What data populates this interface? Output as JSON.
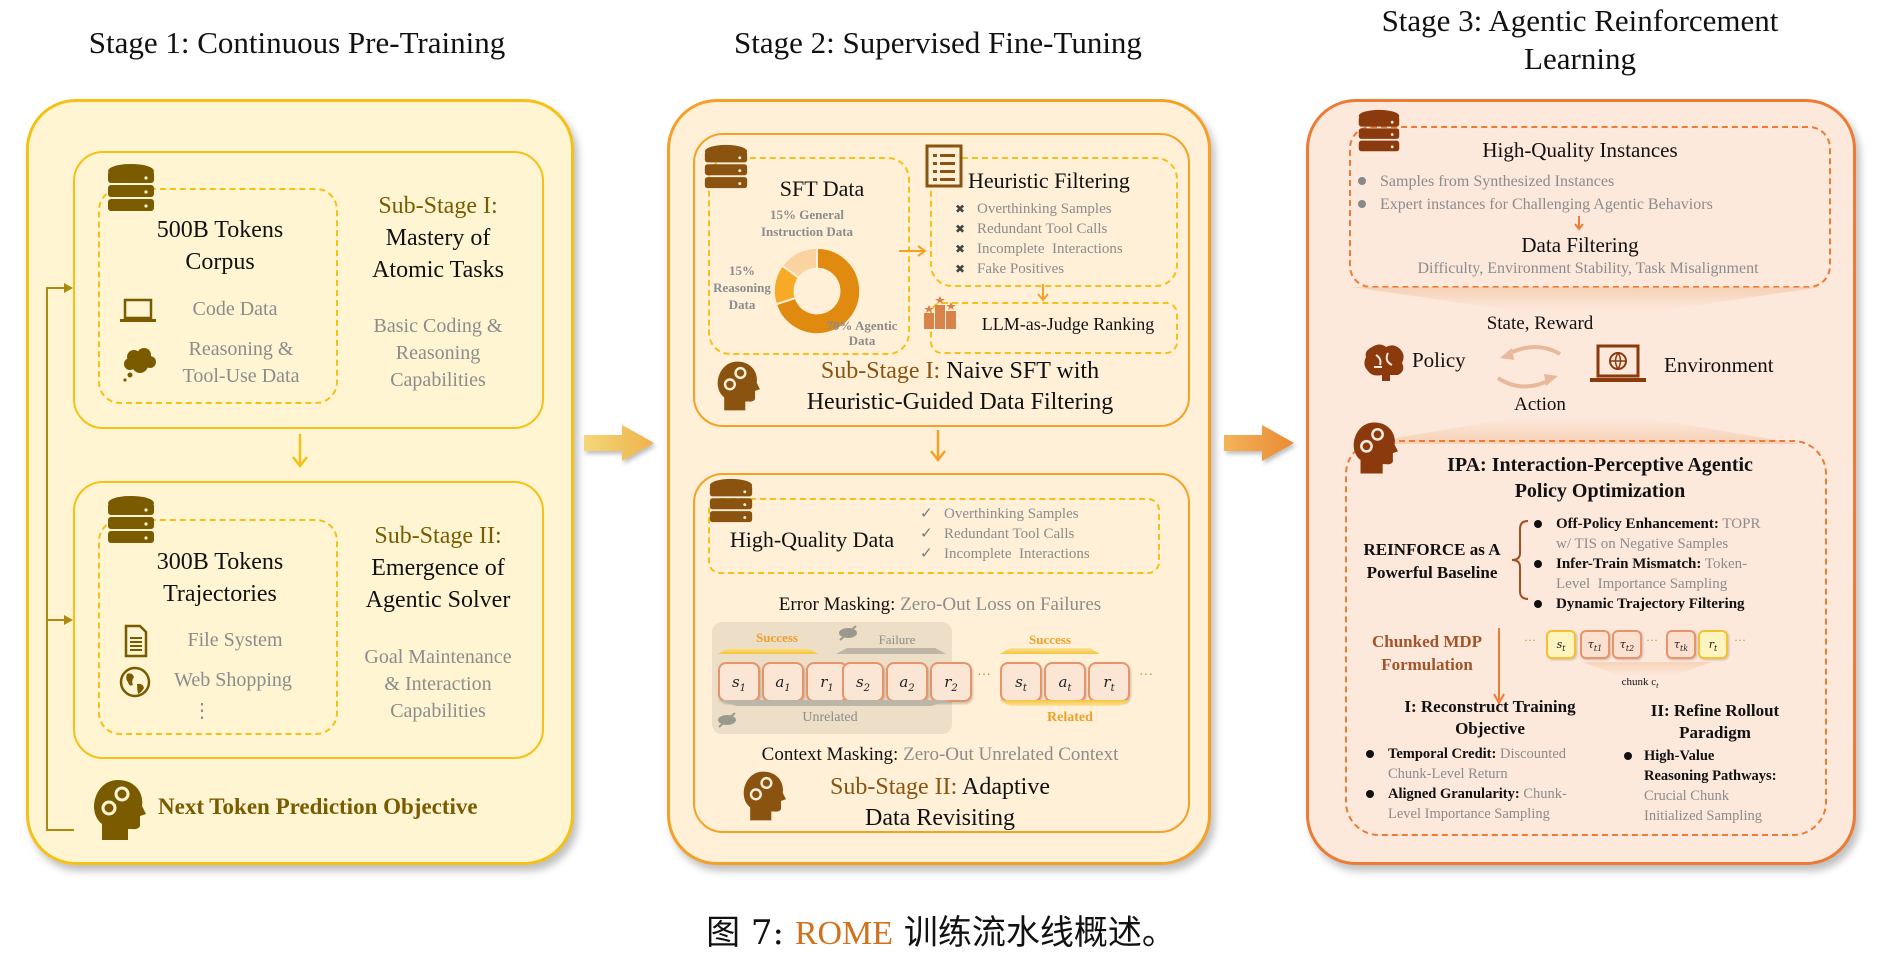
{
  "caption": {
    "prefix": "图 7:",
    "highlight": "ROME",
    "suffix": "训练流水线概述。",
    "highlight_color": "#d0711c"
  },
  "stage1": {
    "title": "Stage 1: Continuous Pre-Training",
    "colors": {
      "border": "#f5c116",
      "fill": "#fff5d2",
      "icon": "#7a5b00"
    },
    "sub1": {
      "data_title_line1": "500B Tokens",
      "data_title_line2": "Corpus",
      "items": [
        {
          "icon": "laptop-icon",
          "label": "Code Data"
        },
        {
          "icon": "thought-bubble-icon",
          "label_line1": "Reasoning &",
          "label_line2": "Tool-Use Data"
        }
      ],
      "stage_label": "Sub-Stage I:",
      "stage_name_line1": "Mastery of",
      "stage_name_line2": "Atomic Tasks",
      "capability_line1": "Basic Coding &",
      "capability_line2": "Reasoning",
      "capability_line3": "Capabilities"
    },
    "sub2": {
      "data_title_line1": "300B Tokens",
      "data_title_line2": "Trajectories",
      "items": [
        {
          "icon": "document-icon",
          "label": "File System"
        },
        {
          "icon": "globe-icon",
          "label": "Web Shopping"
        }
      ],
      "more": "⋮",
      "stage_label": "Sub-Stage II:",
      "stage_name_line1": "Emergence of",
      "stage_name_line2": "Agentic Solver",
      "capability_line1": "Goal Maintenance",
      "capability_line2": "& Interaction",
      "capability_line3": "Capabilities"
    },
    "objective": "Next Token Prediction Objective"
  },
  "stage2": {
    "title": "Stage 2: Supervised Fine-Tuning",
    "colors": {
      "border": "#f5a128",
      "fill": "#fff0d7",
      "icon": "#8a5410"
    },
    "sft": {
      "title": "SFT Data",
      "donut": [
        {
          "label_line1": "15% General",
          "label_line2": "Instruction Data",
          "percent": 15,
          "color": "#fbd3a0"
        },
        {
          "label_line1": "70% Agentic",
          "label_line2": "Data",
          "percent": 70,
          "color": "#e08a10"
        },
        {
          "label_line1": "15%",
          "label_line2": "Reasoning",
          "label_line3": "Data",
          "percent": 15,
          "color": "#f7a928"
        }
      ]
    },
    "heuristic": {
      "title": "Heuristic Filtering",
      "items": [
        "Overthinking Samples",
        "Redundant Tool Calls",
        "Incomplete  Interactions",
        "Fake Positives"
      ],
      "mark": "✖"
    },
    "ranking": "LLM-as-Judge Ranking",
    "sub1_label": "Sub-Stage I:",
    "sub1_name_line1": "Naive SFT with",
    "sub1_name_line2": "Heuristic-Guided Data Filtering",
    "hq": {
      "title": "High-Quality Data",
      "items": [
        "Overthinking Samples",
        "Redundant Tool Calls",
        "Incomplete  Interactions"
      ],
      "mark": "✓"
    },
    "error_masking_label": "Error Masking:",
    "error_masking_text": "Zero-Out Loss on Failures",
    "seq": {
      "success1": "Success",
      "failure": "Failure",
      "success2": "Success",
      "unrelated": "Unrelated",
      "related": "Related",
      "ellipsis": "···",
      "tokens": [
        {
          "sym": "s",
          "sub": "1"
        },
        {
          "sym": "a",
          "sub": "1"
        },
        {
          "sym": "r",
          "sub": "1"
        },
        {
          "sym": "s",
          "sub": "2"
        },
        {
          "sym": "a",
          "sub": "2"
        },
        {
          "sym": "r",
          "sub": "2"
        },
        {
          "sym": "s",
          "sub": "t"
        },
        {
          "sym": "a",
          "sub": "t"
        },
        {
          "sym": "r",
          "sub": "t"
        }
      ]
    },
    "context_masking_label": "Context Masking:",
    "context_masking_text": "Zero-Out Unrelated Context",
    "sub2_label": "Sub-Stage II:",
    "sub2_name_line1": "Adaptive",
    "sub2_name_line2": "Data Revisiting"
  },
  "stage3": {
    "title_line1": "Stage 3: Agentic Reinforcement",
    "title_line2": "Learning",
    "colors": {
      "border": "#ec7c35",
      "fill": "#fde8dc",
      "icon": "#8a3a0c"
    },
    "instances": {
      "title": "High-Quality Instances",
      "items": [
        "Samples from Synthesized Instances",
        "Expert instances for Challenging Agentic Behaviors"
      ],
      "filter_title": "Data Filtering",
      "filter_text": "Difficulty, Environment Stability, Task Misalignment"
    },
    "loop": {
      "state_reward": "State, Reward",
      "policy": "Policy",
      "environment": "Environment",
      "action": "Action"
    },
    "ipa": {
      "title_line1": "IPA: Interaction-Perceptive Agentic",
      "title_line2": "Policy Optimization",
      "baseline_line1": "REINFORCE as A",
      "baseline_line2": "Powerful Baseline",
      "bullets": [
        {
          "bold": "Off-Policy Enhancement:",
          "gray_line1": "TOPR",
          "gray_line2": "w/ TIS on Negative Samples"
        },
        {
          "bold": "Infer-Train Mismatch:",
          "gray_line1": "Token-",
          "gray_line2": "Level  Importance Sampling"
        },
        {
          "bold": "Dynamic Trajectory Filtering"
        }
      ],
      "mdp_line1": "Chunked MDP",
      "mdp_line2": "Formulation",
      "chunk_tokens": [
        {
          "sym": "s",
          "sub": "t",
          "kind": "state"
        },
        {
          "sym": "τ",
          "sub": "t1",
          "kind": "action"
        },
        {
          "sym": "τ",
          "sub": "t2",
          "kind": "action"
        },
        {
          "sym": "τ",
          "sub": "tk",
          "kind": "action"
        },
        {
          "sym": "r",
          "sub": "t",
          "kind": "reward"
        }
      ],
      "chunk_label": "chunk c",
      "chunk_sub": "t",
      "ellipsis": "···",
      "obj": {
        "title_line1": "I: Reconstruct Training",
        "title_line2": "Objective",
        "bullets": [
          {
            "bold": "Temporal Credit:",
            "gray_line1": "Discounted",
            "gray_line2": "Chunk-Level Return"
          },
          {
            "bold": "Aligned Granularity:",
            "gray_line1": "Chunk-",
            "gray_line2": "Level Importance Sampling"
          }
        ]
      },
      "rollout": {
        "title_line1": "II: Refine Rollout",
        "title_line2": "Paradigm",
        "bold_line1": "High-Value",
        "bold_line2": "Reasoning Pathways:",
        "gray_line1": "Crucial Chunk",
        "gray_line2": "Initialized Sampling"
      }
    }
  }
}
